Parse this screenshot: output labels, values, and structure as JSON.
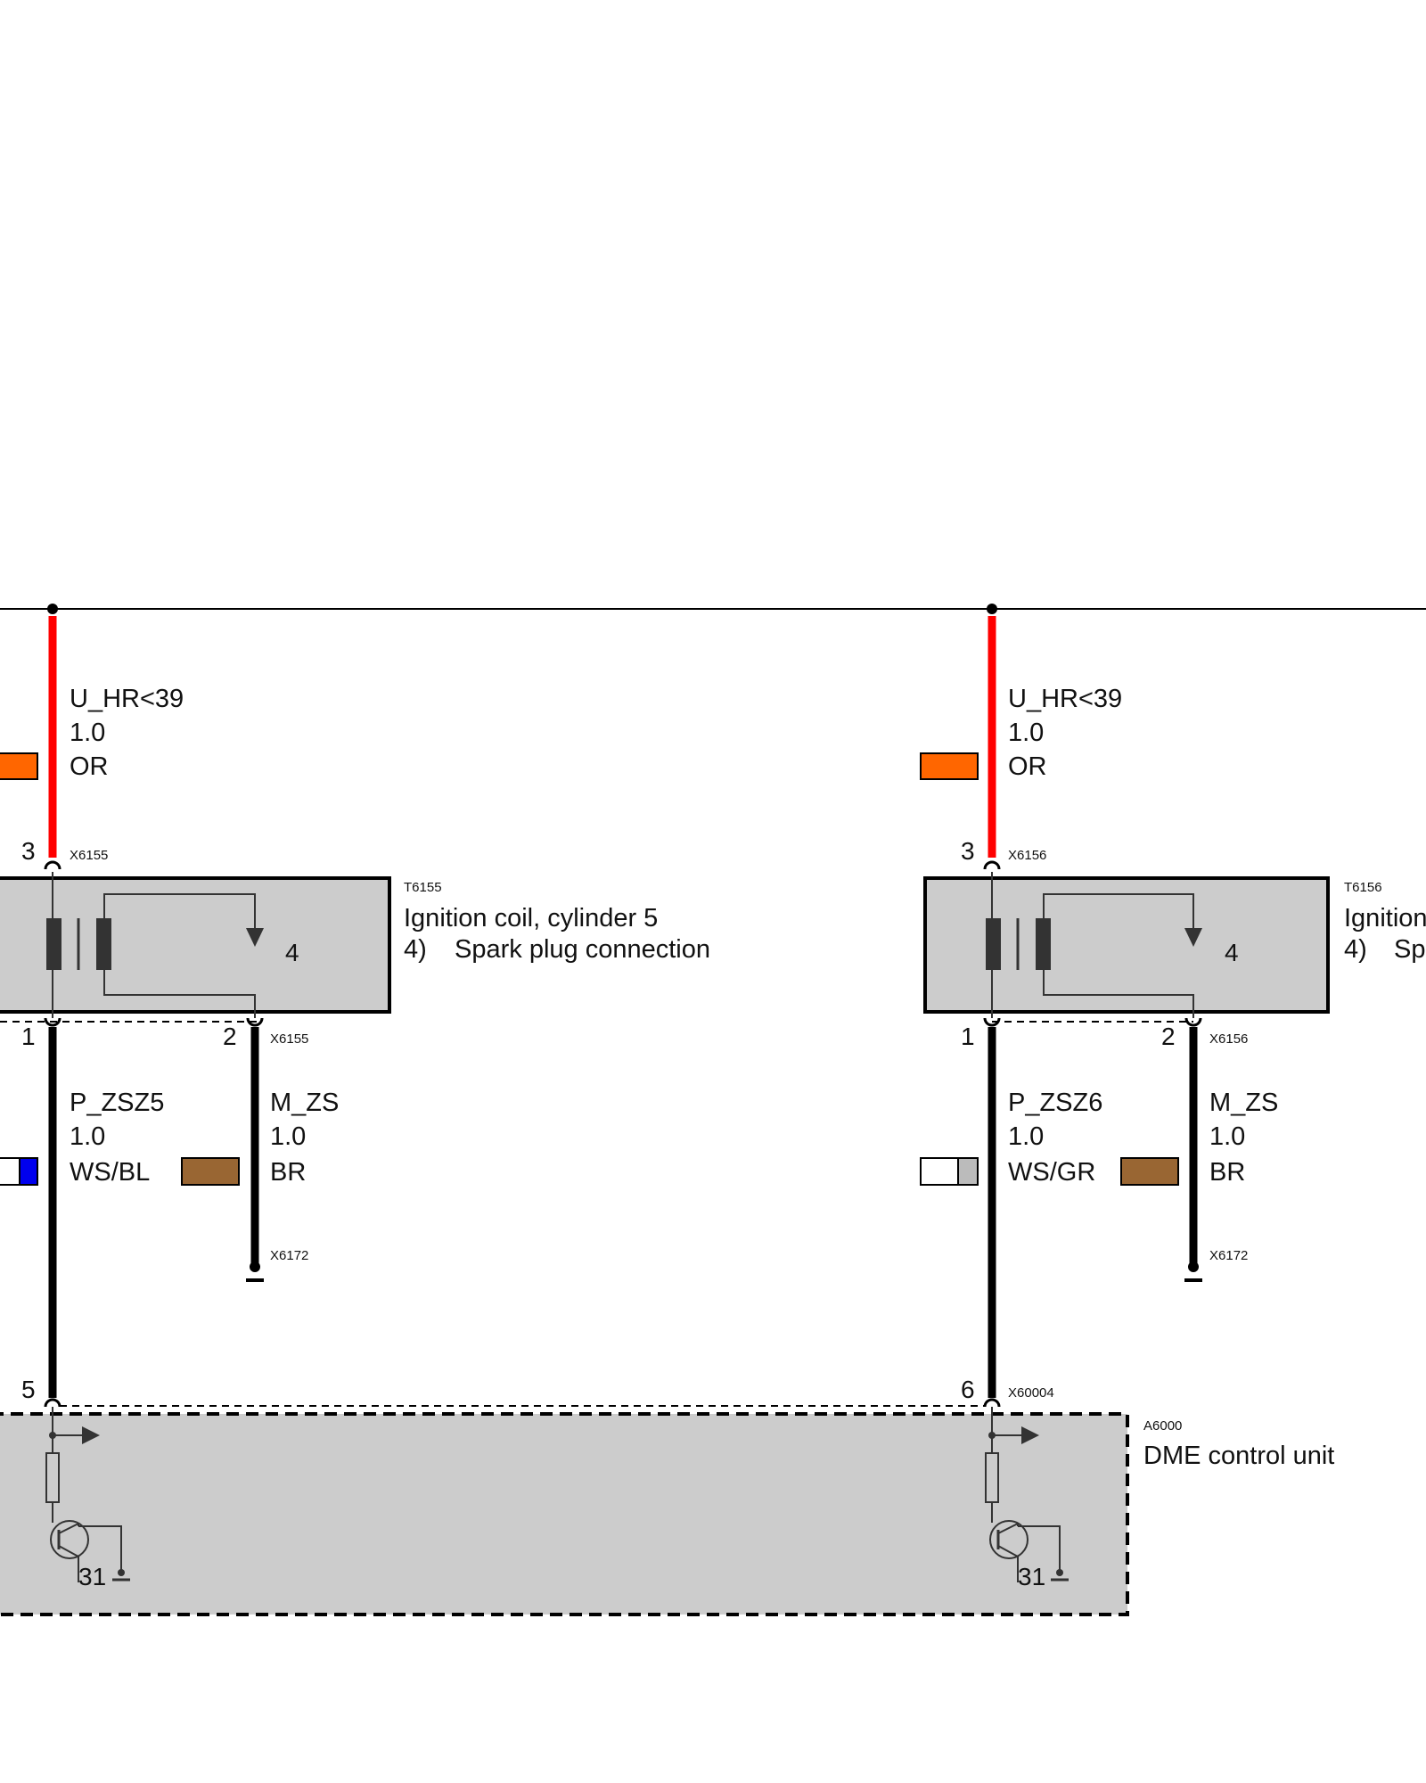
{
  "colors": {
    "wire_red": "#ff0000",
    "wire_black": "#000000",
    "box_fill": "#cccccc",
    "orange": "#ff6600",
    "blue": "#0000ee",
    "brown": "#996633",
    "grey": "#bbbbbb",
    "white": "#ffffff"
  },
  "cyl5": {
    "top_wire": {
      "signal": "U_HR<39",
      "size": "1.0",
      "color": "OR"
    },
    "top_pin": "3",
    "top_conn": "X6155",
    "component_id": "T6155",
    "component_name": "Ignition coil, cylinder 5",
    "component_note_num": "4)",
    "component_note": "Spark plug connection",
    "inner_pin": "4",
    "pin1": "1",
    "pin2": "2",
    "bottom_conn": "X6155",
    "left_wire": {
      "signal": "P_ZSZ5",
      "size": "1.0",
      "color": "WS/BL"
    },
    "right_wire": {
      "signal": "M_ZS",
      "size": "1.0",
      "color": "BR"
    },
    "ground_conn": "X6172",
    "dme_pin": "5",
    "ground_num": "31"
  },
  "cyl6": {
    "top_wire": {
      "signal": "U_HR<39",
      "size": "1.0",
      "color": "OR"
    },
    "top_pin": "3",
    "top_conn": "X6156",
    "component_id": "T6156",
    "component_name_partial": "Ignition",
    "component_note_num": "4)",
    "component_note_partial": "Sp",
    "inner_pin": "4",
    "pin1": "1",
    "pin2": "2",
    "bottom_conn": "X6156",
    "left_wire": {
      "signal": "P_ZSZ6",
      "size": "1.0",
      "color": "WS/GR"
    },
    "right_wire": {
      "signal": "M_ZS",
      "size": "1.0",
      "color": "BR"
    },
    "ground_conn": "X6172",
    "dme_pin": "6",
    "dme_conn": "X60004",
    "ground_num": "31"
  },
  "dme": {
    "id": "A6000",
    "name": "DME control unit"
  }
}
